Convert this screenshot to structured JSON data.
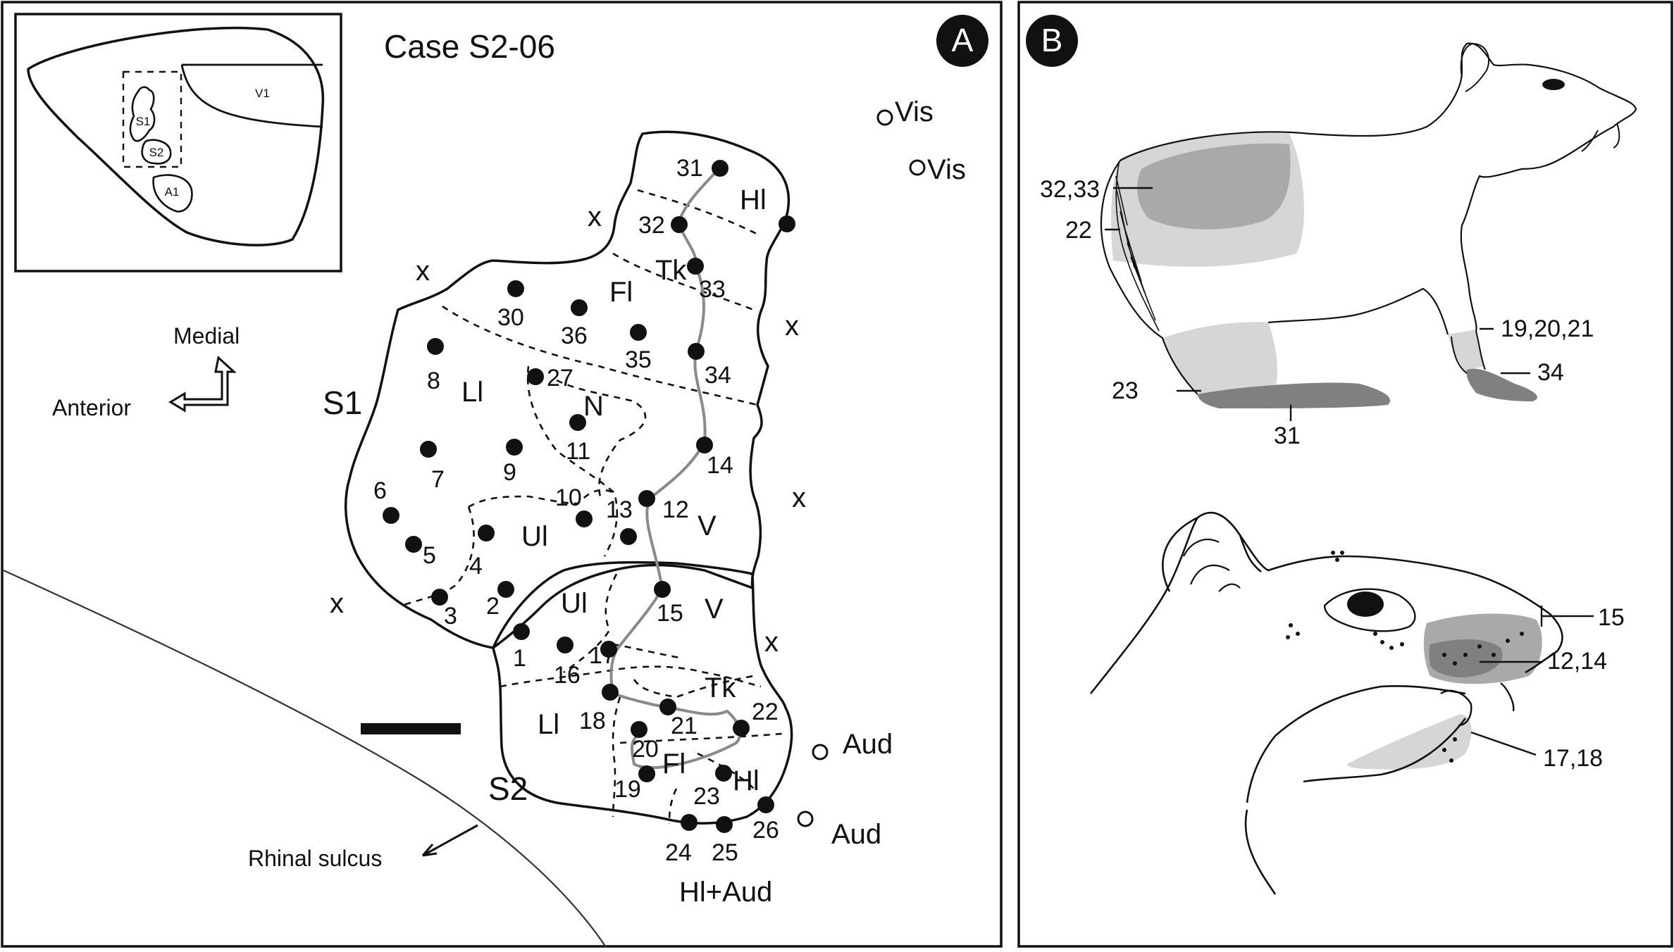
{
  "panel_a": {
    "badge": "A",
    "case_title": "Case S2-06",
    "inset": {
      "labels": {
        "s1": "S1",
        "s2": "S2",
        "a1": "A1",
        "v1": "V1"
      }
    },
    "orientation": {
      "medial": "Medial",
      "anterior": "Anterior"
    },
    "areas": {
      "s1": "S1",
      "s2": "S2"
    },
    "rhinal": "Rhinal sulcus",
    "region_labels": {
      "hl_top": "Hl",
      "tk_top": "Tk",
      "fl_top": "Fl",
      "ll_top": "Ll",
      "n": "N",
      "ul_top": "Ul",
      "v_top": "V",
      "ul_bot": "Ul",
      "v_bot": "V",
      "tk_bot": "Tk",
      "ll_bot": "Ll",
      "fl_bot": "Fl",
      "hl_bot": "Hl",
      "hl_aud": "Hl+Aud"
    },
    "site_numbers": {
      "n1": "1",
      "n2": "2",
      "n3": "3",
      "n4": "4",
      "n5": "5",
      "n6": "6",
      "n7": "7",
      "n8": "8",
      "n9": "9",
      "n10": "10",
      "n11": "11",
      "n12": "12",
      "n13": "13",
      "n14": "14",
      "n15": "15",
      "n16": "16",
      "n17": "17",
      "n18": "18",
      "n19": "19",
      "n20": "20",
      "n21": "21",
      "n22": "22",
      "n23": "23",
      "n24": "24",
      "n25": "25",
      "n26": "26",
      "n27": "27",
      "n30": "30",
      "n31": "31",
      "n32": "32",
      "n33": "33",
      "n34": "34",
      "n35": "35",
      "n36": "36"
    },
    "unresponsive_mark": "x",
    "open_sites": {
      "vis1": "Vis",
      "vis2": "Vis",
      "aud1": "Aud",
      "aud2": "Aud"
    }
  },
  "panel_b": {
    "badge": "B",
    "rat_labels": {
      "l3233": "32,33",
      "l22": "22",
      "l23": "23",
      "l31": "31",
      "l192021": "19,20,21",
      "l34": "34"
    },
    "face_labels": {
      "l15": "15",
      "l1214": "12,14",
      "l1718": "17,18"
    }
  },
  "colors": {
    "light_field": "#d6d6d6",
    "mid_field": "#a9a9a9",
    "dark_field": "#808080",
    "route": "#8a8a8a"
  }
}
